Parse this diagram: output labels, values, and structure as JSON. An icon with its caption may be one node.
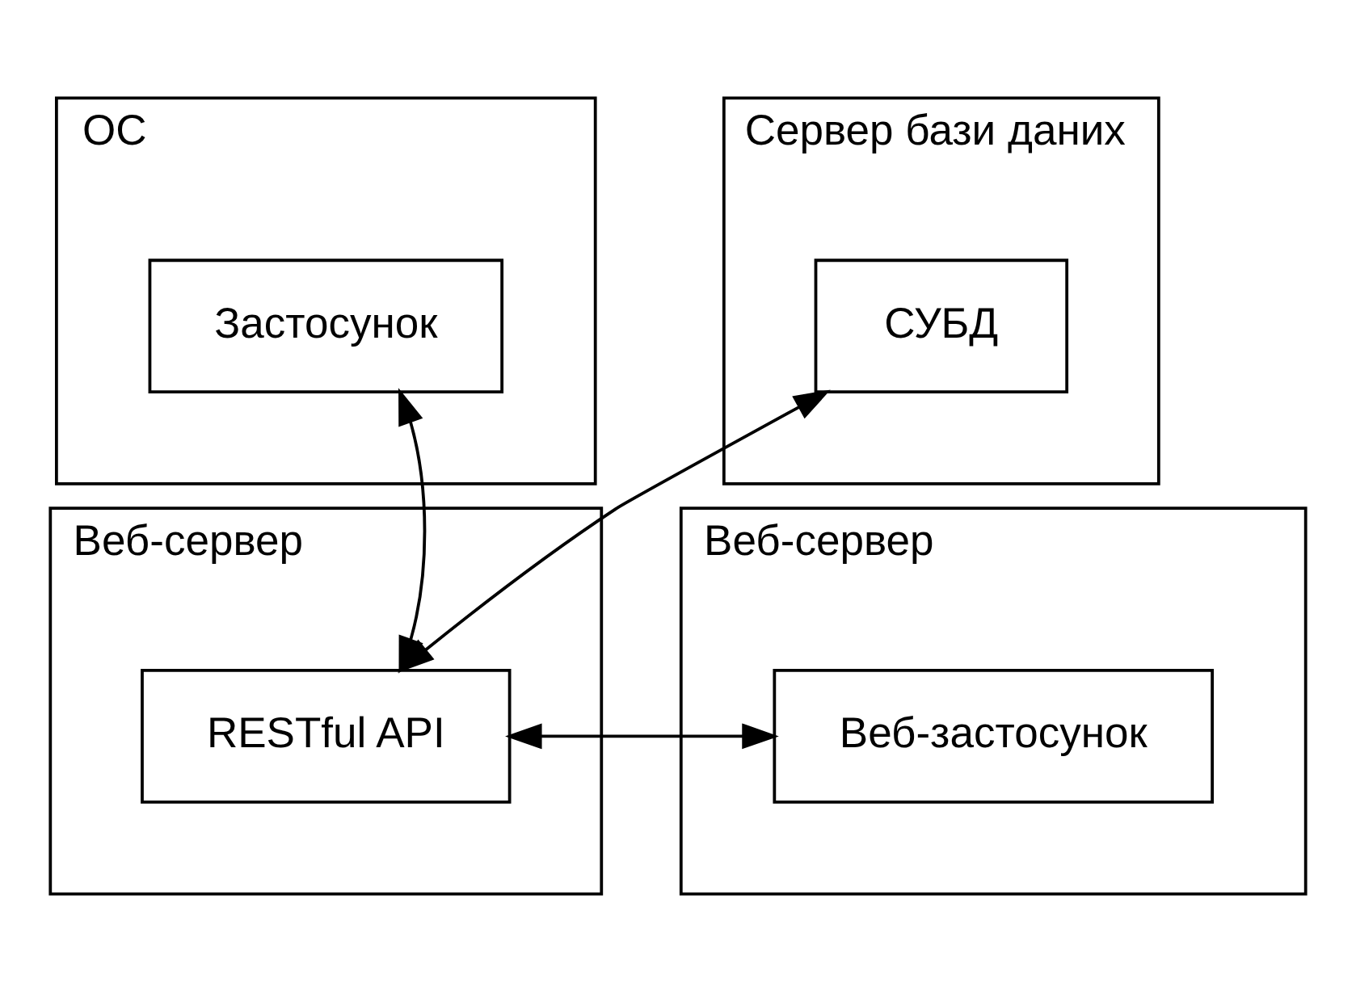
{
  "diagram": {
    "nodes": [
      {
        "text": [
          "ОС"
        ]
      },
      {
        "text": [
          "Застосунок"
        ],
        "in": 0
      },
      {
        "text": [
          "Сервер бази даних"
        ]
      },
      {
        "text": [
          "СУБД"
        ],
        "in": 2
      },
      {
        "text": [
          "Веб-сервер"
        ]
      },
      {
        "text": [
          "RESTful API"
        ],
        "in": 4
      },
      {
        "text": [
          "Веб-сервер"
        ]
      },
      {
        "text": [
          "Веб-застосунок"
        ],
        "in": 6
      }
    ],
    "edges": [
      {
        "from": 1,
        "to": 5,
        "arrow": "both"
      },
      {
        "from": 5,
        "to": 3,
        "arrow": "both"
      },
      {
        "from": 5,
        "to": 7,
        "arrow": "both"
      }
    ]
  }
}
